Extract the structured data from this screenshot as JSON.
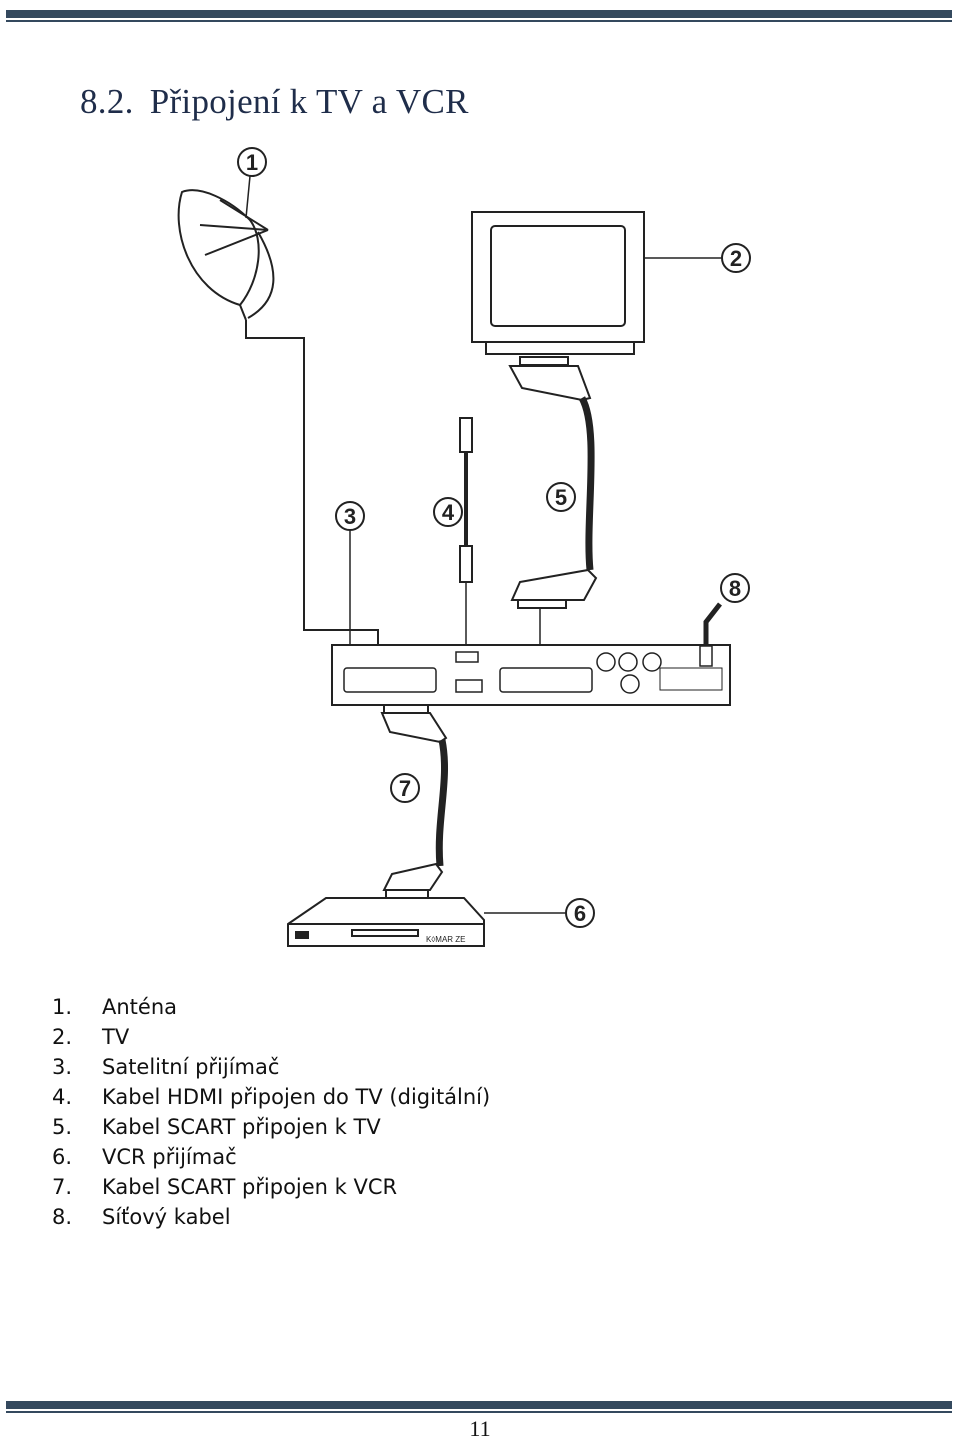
{
  "heading": {
    "number": "8.2.",
    "title": "Připojení k TV a VCR"
  },
  "diagram": {
    "callouts": [
      "1",
      "2",
      "3",
      "4",
      "5",
      "6",
      "7",
      "8"
    ],
    "receiver_label": "",
    "vcr_brand": "K◊MAR ZE"
  },
  "legend": [
    {
      "num": "1.",
      "text": "Anténa"
    },
    {
      "num": "2.",
      "text": "TV"
    },
    {
      "num": "3.",
      "text": "Satelitní přijímač"
    },
    {
      "num": "4.",
      "text": "Kabel HDMI připojen do TV (digitální)"
    },
    {
      "num": "5.",
      "text": "Kabel SCART připojen k TV"
    },
    {
      "num": "6.",
      "text": "VCR přijímač"
    },
    {
      "num": "7.",
      "text": "Kabel SCART připojen k VCR"
    },
    {
      "num": "8.",
      "text": "Síťový kabel"
    }
  ],
  "page_number": "11",
  "colors": {
    "rule": "#34495e",
    "heading": "#1f2d4a"
  }
}
